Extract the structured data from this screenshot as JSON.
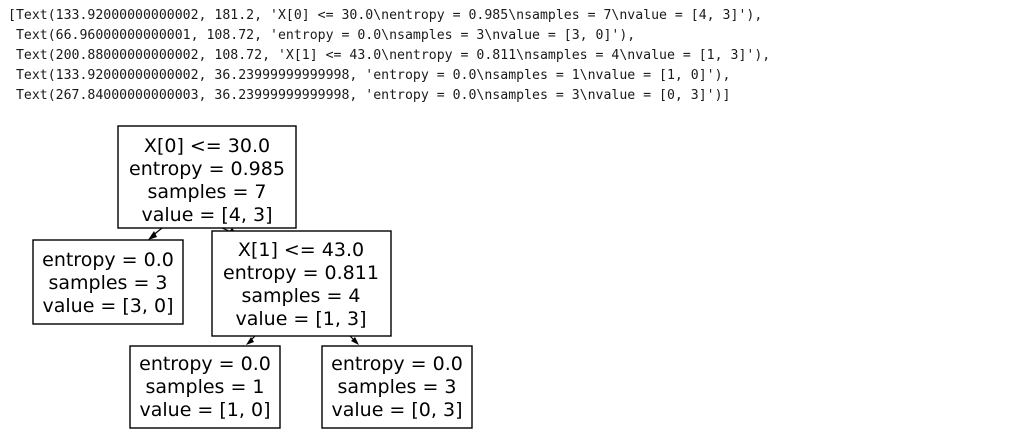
{
  "output_lines": [
    "[Text(133.92000000000002, 181.2, 'X[0] <= 30.0\\nentropy = 0.985\\nsamples = 7\\nvalue = [4, 3]'),",
    " Text(66.96000000000001, 108.72, 'entropy = 0.0\\nsamples = 3\\nvalue = [3, 0]'),",
    " Text(200.88000000000002, 108.72, 'X[1] <= 43.0\\nentropy = 0.811\\nsamples = 4\\nvalue = [1, 3]'),",
    " Text(133.92000000000002, 36.23999999999998, 'entropy = 0.0\\nsamples = 1\\nvalue = [1, 0]'),",
    " Text(267.84000000000003, 36.23999999999998, 'entropy = 0.0\\nsamples = 3\\nvalue = [0, 3]')]"
  ],
  "tree": {
    "root": {
      "lines": [
        "X[0] <= 30.0",
        "entropy = 0.985",
        "samples = 7",
        "value = [4, 3]"
      ]
    },
    "left_leaf": {
      "lines": [
        "entropy = 0.0",
        "samples = 3",
        "value = [3, 0]"
      ]
    },
    "right_split": {
      "lines": [
        "X[1] <= 43.0",
        "entropy = 0.811",
        "samples = 4",
        "value = [1, 3]"
      ]
    },
    "right_left_leaf": {
      "lines": [
        "entropy = 0.0",
        "samples = 1",
        "value = [1, 0]"
      ]
    },
    "right_right_leaf": {
      "lines": [
        "entropy = 0.0",
        "samples = 3",
        "value = [0, 3]"
      ]
    }
  }
}
